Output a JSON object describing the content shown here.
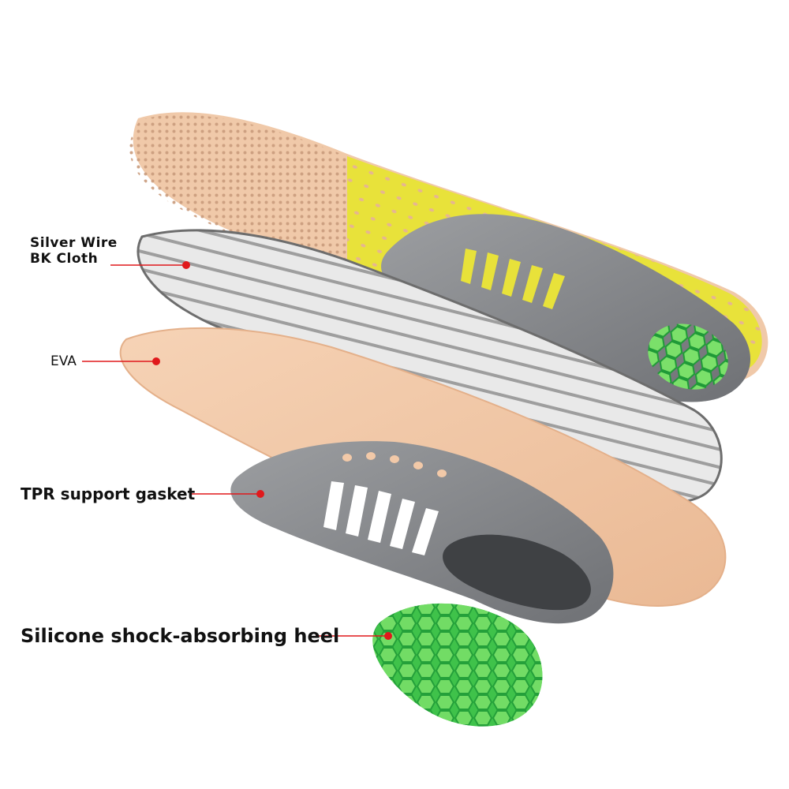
{
  "labels": {
    "silver_wire_line1": "Silver Wire",
    "silver_wire_line2": "BK Cloth",
    "eva": "EVA",
    "tpr": "TPR support gasket",
    "heel": "Silicone shock-absorbing heel"
  },
  "colors": {
    "callout": "#e0191c",
    "eva_foam": "#f2c9a8",
    "top_yellow": "#e9e23a",
    "tpr_gray": "#8d8f92",
    "heel_green": "#3fc24a"
  }
}
